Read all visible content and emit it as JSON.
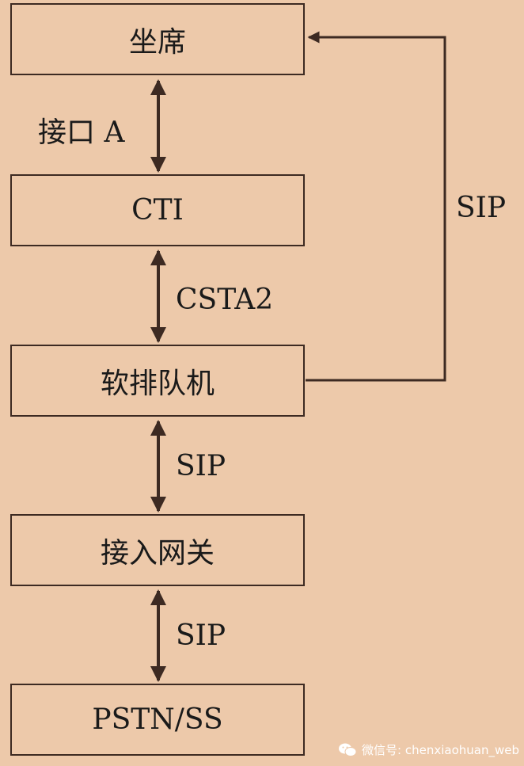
{
  "nodes": {
    "agent": "坐席",
    "cti": "CTI",
    "softswitch": "软排队机",
    "gateway": "接入网关",
    "pstn": "PSTN/SS"
  },
  "edges": {
    "agent_cti": "接口 A",
    "cti_softswitch": "CSTA2",
    "softswitch_agent": "SIP",
    "softswitch_gateway": "SIP",
    "gateway_pstn": "SIP"
  },
  "watermark": {
    "text": "微信号: chenxiaohuan_web",
    "icon": "wechat-icon"
  },
  "colors": {
    "background": "#edc9aa",
    "line": "#3d2a22"
  }
}
